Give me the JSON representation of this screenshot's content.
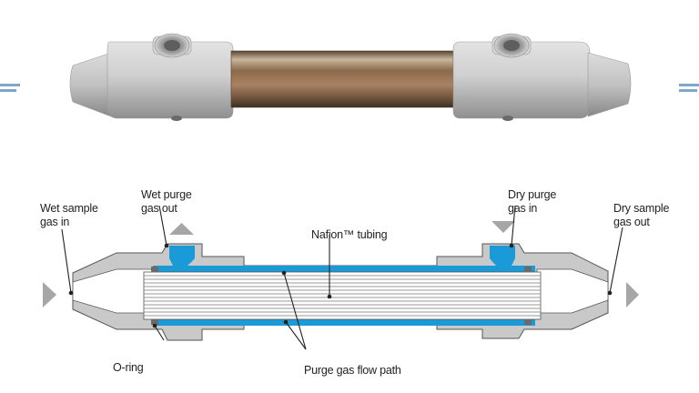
{
  "labels": {
    "wet_sample_in": [
      "Wet sample",
      "gas in"
    ],
    "wet_purge_out": [
      "Wet purge",
      "gas out"
    ],
    "dry_purge_in": [
      "Dry purge",
      "gas in"
    ],
    "dry_sample_out": [
      "Dry sample",
      "gas out"
    ],
    "nafion_tubing": "Nafion™ tubing",
    "o_ring": "O-ring",
    "purge_flow_path": "Purge gas flow path"
  },
  "colors": {
    "purge_blue": "#1a9ad6",
    "housing_gray": "#c4c4c4",
    "tube_bronze": "#8c6a4c",
    "arrow_gray": "#a6a6a6"
  }
}
